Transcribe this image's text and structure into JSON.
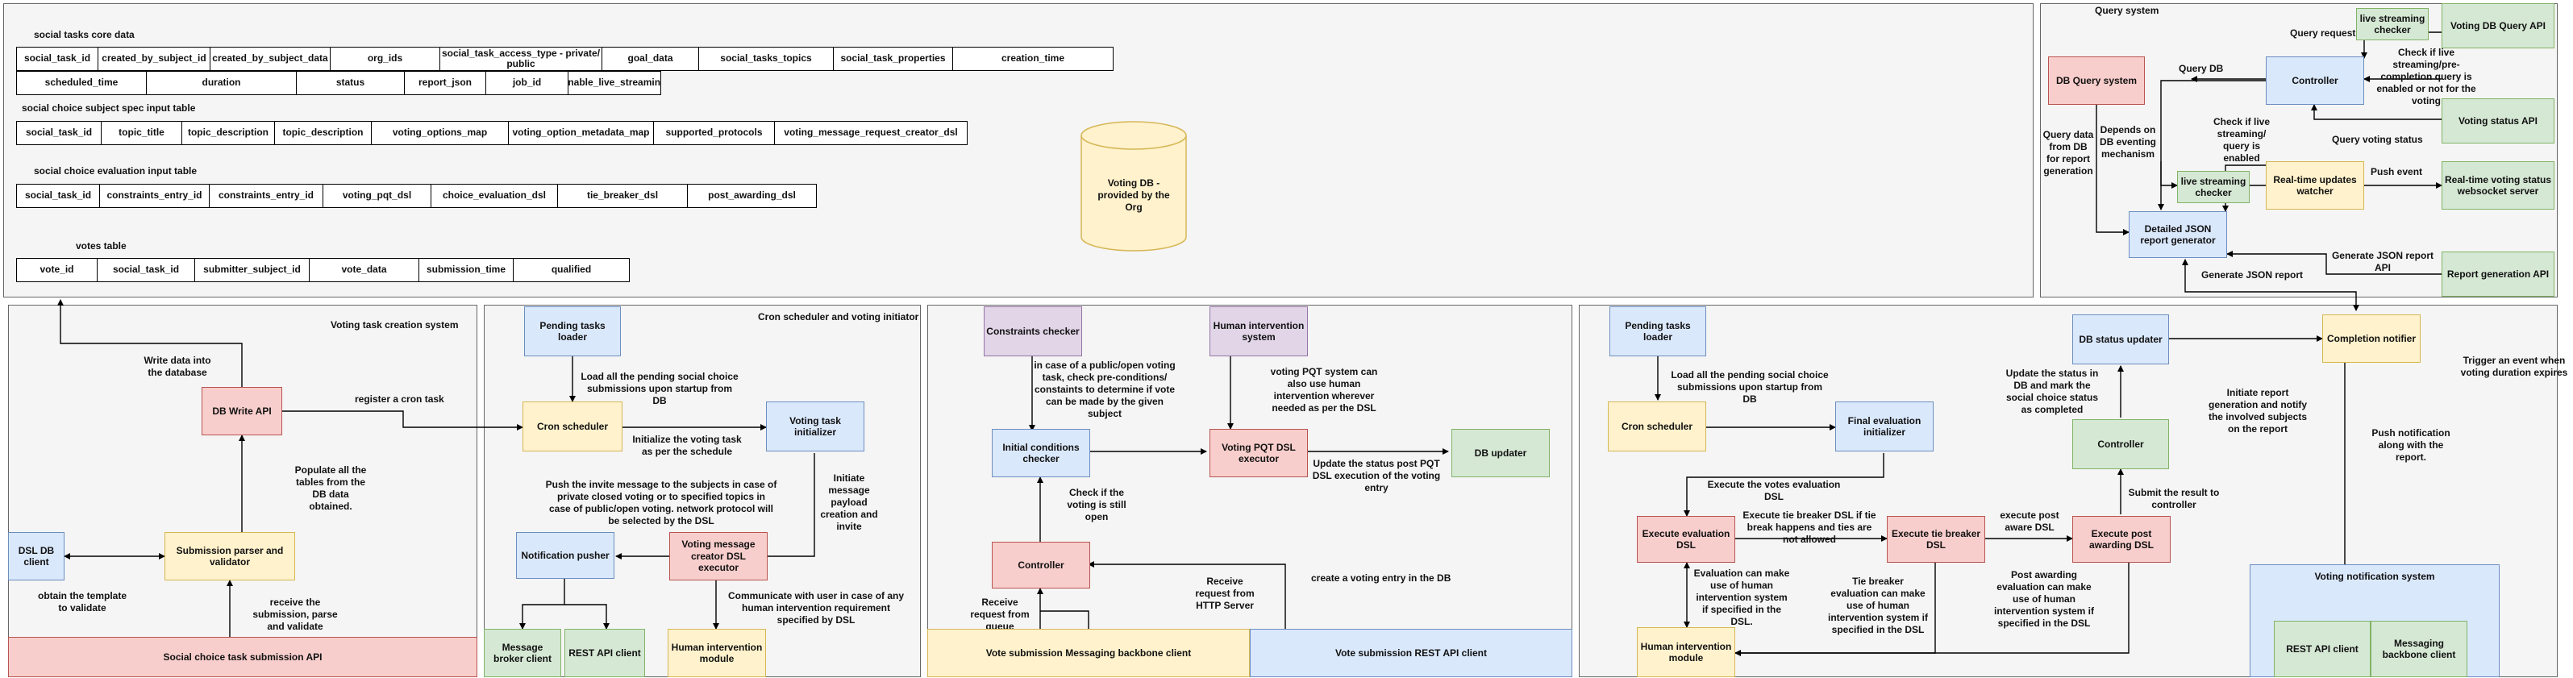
{
  "tables": {
    "social_tasks": {
      "title": "social tasks core data",
      "row1": [
        "social_task_id",
        "created_by_subject_id",
        "created_by_subject_data",
        "org_ids",
        "social_task_access_type - private/ public",
        "goal_data",
        "social_tasks_topics",
        "social_task_properties",
        "creation_time"
      ],
      "row2": [
        "scheduled_time",
        "duration",
        "status",
        "report_json",
        "job_id",
        "enable_live_streaming"
      ]
    },
    "subject_spec": {
      "title": "social choice subject spec input table",
      "row": [
        "social_task_id",
        "topic_title",
        "topic_description",
        "topic_description",
        "voting_options_map",
        "voting_option_metadata_map",
        "supported_protocols",
        "voting_message_request_creator_dsl"
      ]
    },
    "evaluation": {
      "title": "social choice evaluation input table",
      "row": [
        "social_task_id",
        "constraints_entry_id",
        "constraints_entry_id",
        "voting_pqt_dsl",
        "choice_evaluation_dsl",
        "tie_breaker_dsl",
        "post_awarding_dsl"
      ]
    },
    "votes": {
      "title": "votes table",
      "row": [
        "vote_id",
        "social_task_id",
        "submitter_subject_id",
        "vote_data",
        "submission_time",
        "qualified"
      ]
    }
  },
  "voting_db": "Voting DB - provided by the Org",
  "query": {
    "title": "Query system",
    "live_top": "live streaming checker",
    "voting_db_query_api": "Voting DB Query API",
    "query_request": "Query request",
    "db_query_system": "DB Query system",
    "query_db": "Query DB",
    "controller": "Controller",
    "check_live_query": "Check if live streaming/pre-completion query is enabled or not for the voting",
    "voting_status_api": "Voting status API",
    "query_voting_status": "Query voting status",
    "query_data": "Query data from DB for report generation",
    "depends": "Depends on DB eventing mechanism",
    "check_live_status": "Check if live streaming/ query is enabled",
    "live_mid": "live streaming checker",
    "realtime_watcher": "Real-time updates watcher",
    "push_event": "Push event",
    "realtime_server": "Real-time voting status websocket server",
    "report_generator": "Detailed JSON report generator",
    "generate_json_api": "Generate JSON report API",
    "report_api": "Report generation API",
    "generate_json": "Generate JSON report"
  },
  "creation": {
    "title": "Voting task creation system",
    "write_data": "Write data into the database",
    "db_write_api": "DB Write API",
    "register_cron": "register a cron task",
    "populate": "Populate all the tables from the DB data obtained.",
    "dsl_db_client": "DSL DB client",
    "submission_parser": "Submission parser and validator",
    "obtain_template": "obtain the template to validate",
    "receive_submission": "receive the submission, parse and validate",
    "submission_api": "Social choice task submission API"
  },
  "cron": {
    "title": "Cron scheduler and voting initiator",
    "pending_loader": "Pending tasks loader",
    "load_all": "Load all the pending social choice submissions upon startup from DB",
    "cron_scheduler": "Cron scheduler",
    "initialize": "Initialize the voting task as per the schedule",
    "task_initializer": "Voting task initializer",
    "push_invite": "Push the invite message to the subjects in case of private closed voting or to specified topics in case of public/open voting. network protocol will be selected by the DSL",
    "initiate_msg": "Initiate message payload creation and invite",
    "notification_pusher": "Notification pusher",
    "msg_creator": "Voting message creator DSL executor",
    "communicate": "Communicate with user in case of any human intervention requirement specified by DSL",
    "message_broker": "Message broker client",
    "rest_client": "REST API client",
    "human_module": "Human intervention module"
  },
  "submission": {
    "constraints_checker": "Constraints checker",
    "constraints_note": "in case of a public/open voting task, check pre-conditions/ constaints to determine if vote can be made by the given subject",
    "human_system": "Human intervention system",
    "pqt_note": "voting PQT system can also use human intervention wherever needed as per the DSL",
    "initial_checker": "Initial conditions checker",
    "pqt_executor": "Voting PQT DSL executor",
    "db_updater": "DB updater",
    "update_status": "Update the status post PQT DSL execution of the voting entry",
    "check_open": "Check if the voting is still open",
    "controller": "Controller",
    "receive_queue": "Receive request from queue",
    "receive_http": "Receive request from HTTP Server",
    "create_entry": "create a voting entry in the DB",
    "messaging_client": "Vote submission Messaging backbone client",
    "rest_client": "Vote submission REST API  client"
  },
  "evaluation": {
    "pending_loader": "Pending tasks loader",
    "load_all": "Load all the pending social choice submissions upon startup from DB",
    "cron_scheduler": "Cron scheduler",
    "final_initializer": "Final evaluation initializer",
    "execute_votes": "Execute the votes evaluation DSL",
    "eval_dsl": "Execute evaluation DSL",
    "tie_note": "Execute tie breaker DSL if tie break happens and ties are not allowed",
    "tie_dsl": "Execute tie breaker DSL",
    "execute_post": "execute post aware DSL",
    "post_dsl": "Execute post awarding DSL",
    "eval_human": "Evaluation can make use of human intervention system if specified in the DSL.",
    "tie_human": "Tie breaker evaluation can make use of human intervention system if specified in the DSL",
    "post_human": "Post awarding evaluation can make use of human intervention system if specified in the DSL",
    "human_module": "Human intervention module",
    "status_updater": "DB status updater",
    "update_status": "Update the status in DB and mark the social choice status as completed",
    "controller": "Controller",
    "submit_result": "Submit the result to controller",
    "initiate_report": "Initiate report generation and notify the involved subjects on the report",
    "completion_notifier": "Completion notifier",
    "trigger_event": "Trigger an event when voting duration expires",
    "push_notification": "Push notification along with the report.",
    "notification_system": "Voting notification system",
    "rest_client": "REST API client",
    "messaging_client": "Messaging backbone client"
  }
}
